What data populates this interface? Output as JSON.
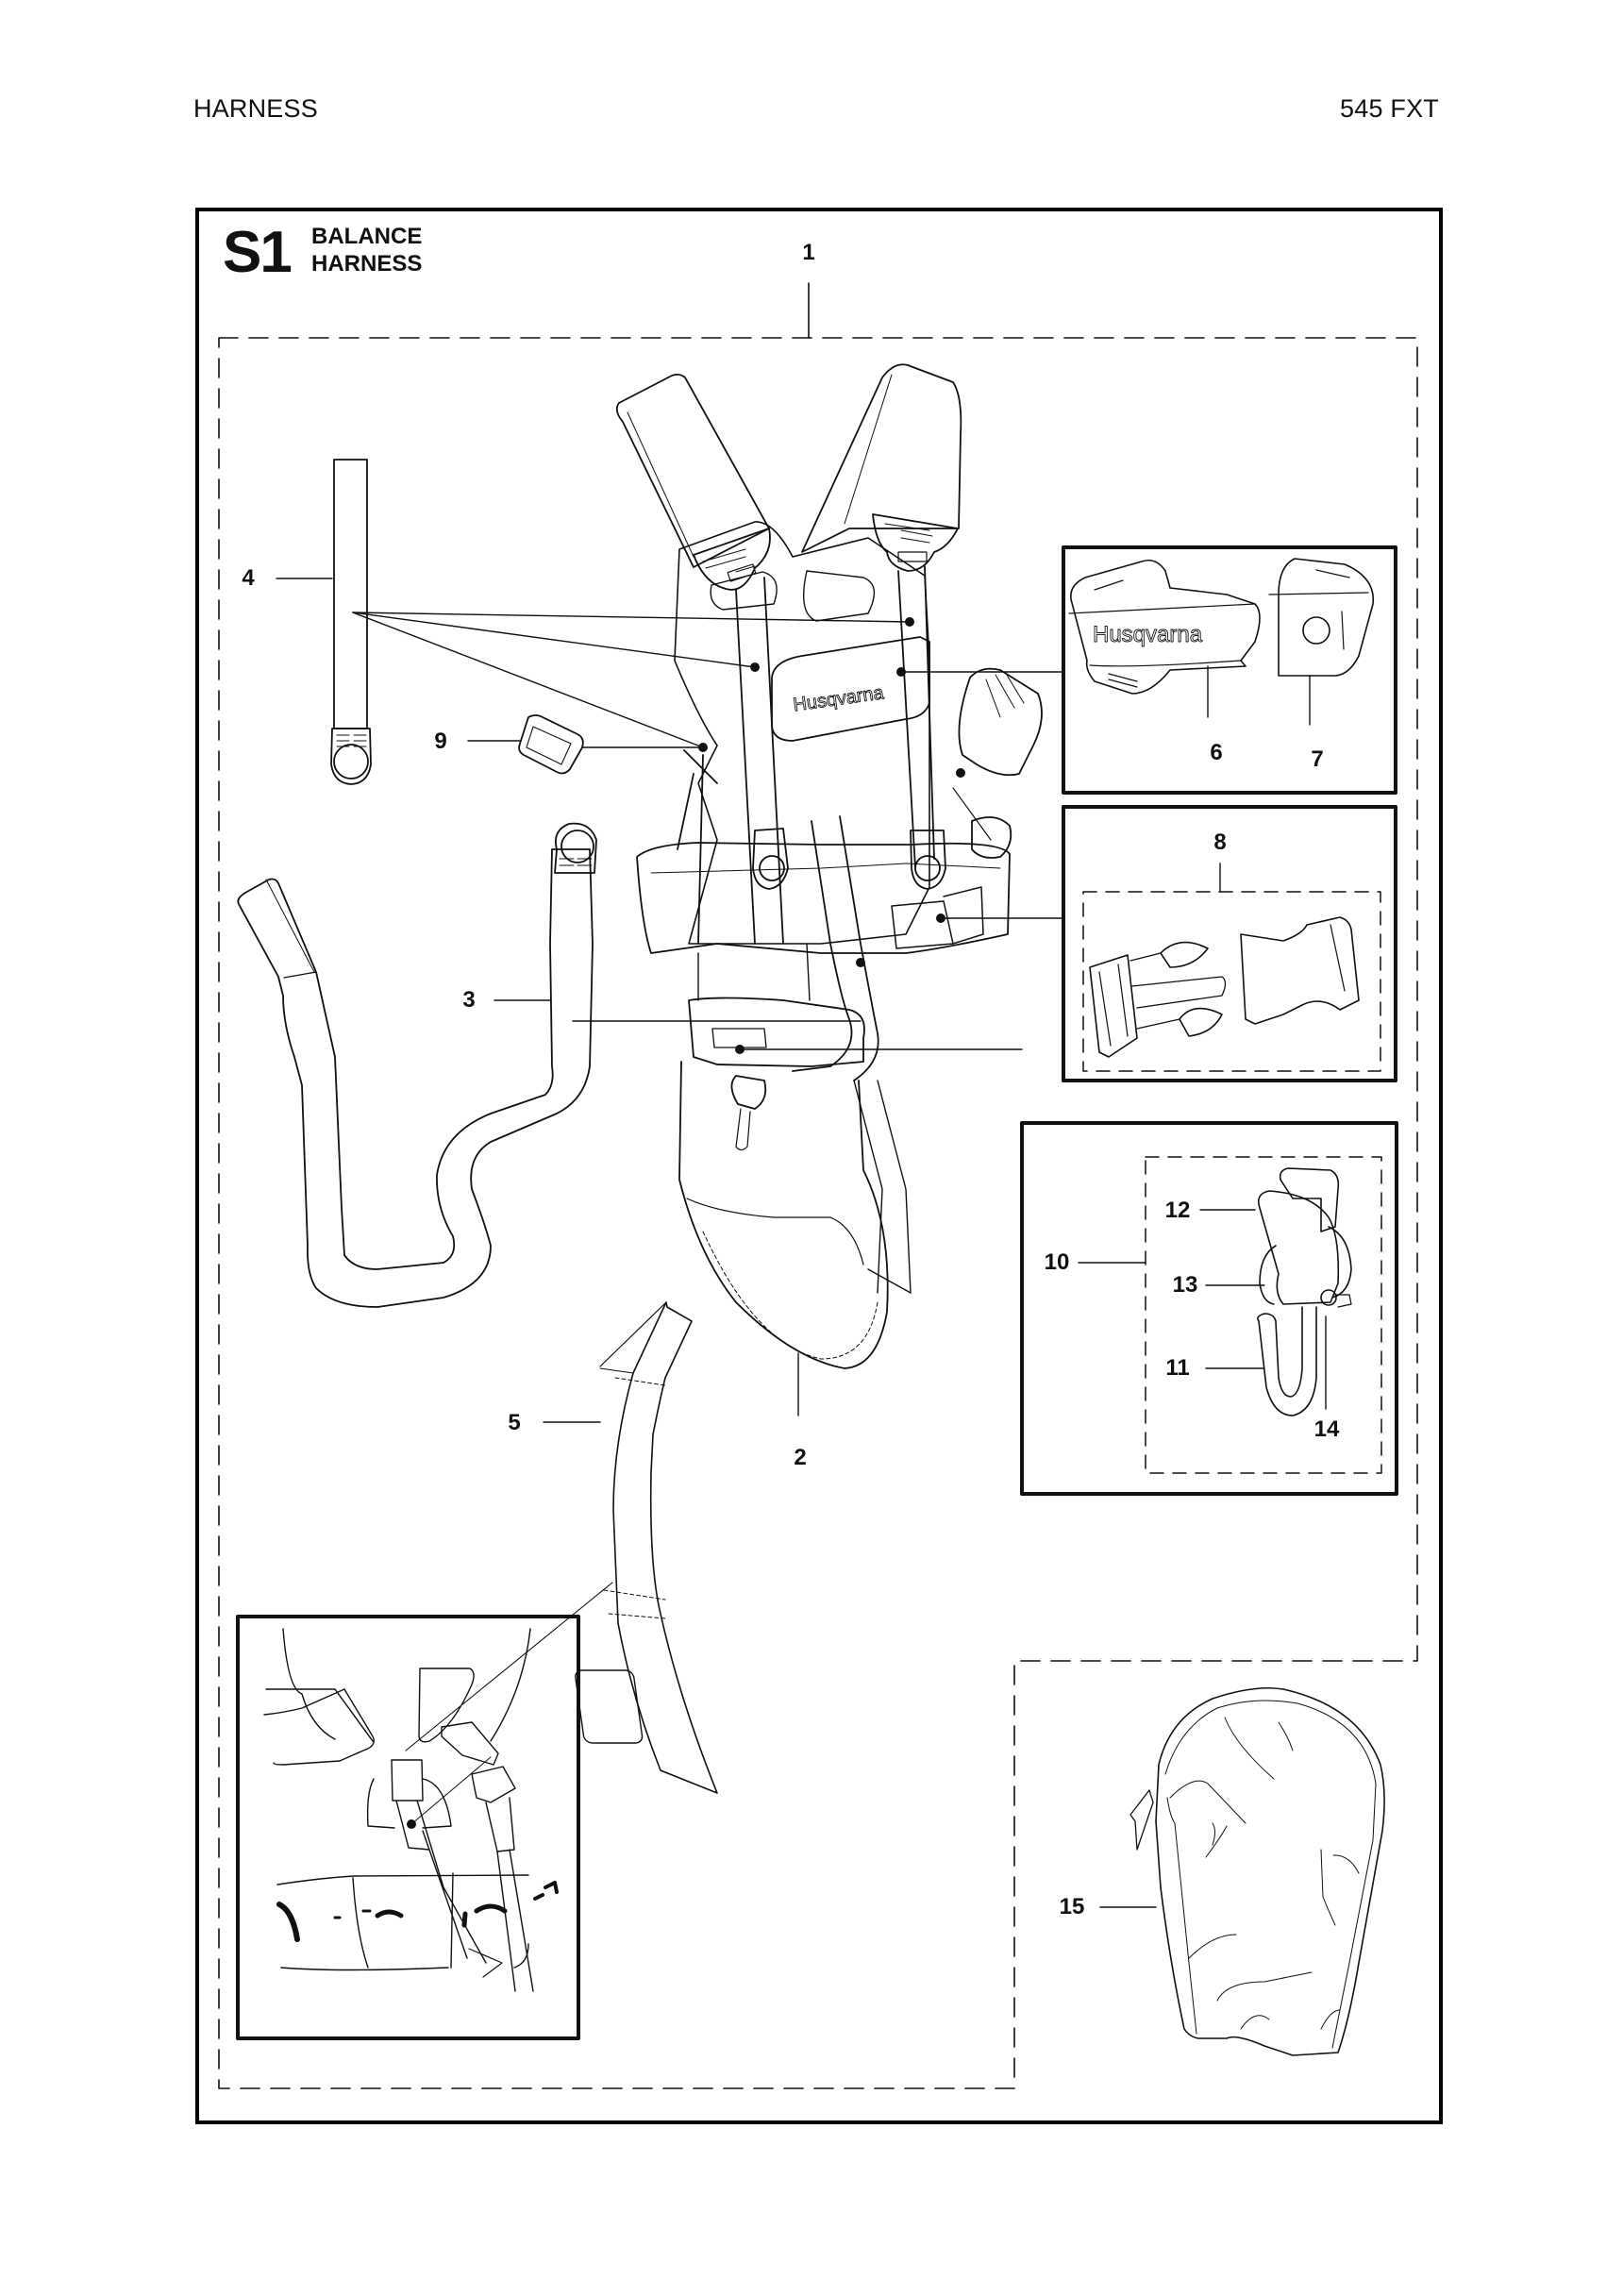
{
  "header": {
    "section": "HARNESS",
    "model": "545 FXT"
  },
  "section": {
    "code": "S1",
    "title_line1": "BALANCE",
    "title_line2": "HARNESS"
  },
  "brand_logo_text": "Husqvarna",
  "callouts": [
    {
      "id": "1",
      "label": "1",
      "part": "harness-assembly"
    },
    {
      "id": "2",
      "label": "2",
      "part": "hip-pad"
    },
    {
      "id": "3",
      "label": "3",
      "part": "back-strap"
    },
    {
      "id": "4",
      "label": "4",
      "part": "shoulder-strap"
    },
    {
      "id": "5",
      "label": "5",
      "part": "side-strap"
    },
    {
      "id": "6",
      "label": "6",
      "part": "chest-plate-cover"
    },
    {
      "id": "7",
      "label": "7",
      "part": "pad"
    },
    {
      "id": "8",
      "label": "8",
      "part": "buckle-kit"
    },
    {
      "id": "9",
      "label": "9",
      "part": "strap-slide"
    },
    {
      "id": "10",
      "label": "10",
      "part": "hook-assembly"
    },
    {
      "id": "11",
      "label": "11",
      "part": "hook"
    },
    {
      "id": "12",
      "label": "12",
      "part": "hook-holder"
    },
    {
      "id": "13",
      "label": "13",
      "part": "spring"
    },
    {
      "id": "14",
      "label": "14",
      "part": "pin"
    },
    {
      "id": "15",
      "label": "15",
      "part": "carrying-bag"
    }
  ],
  "colors": {
    "ink": "#111111",
    "paper": "#ffffff"
  }
}
